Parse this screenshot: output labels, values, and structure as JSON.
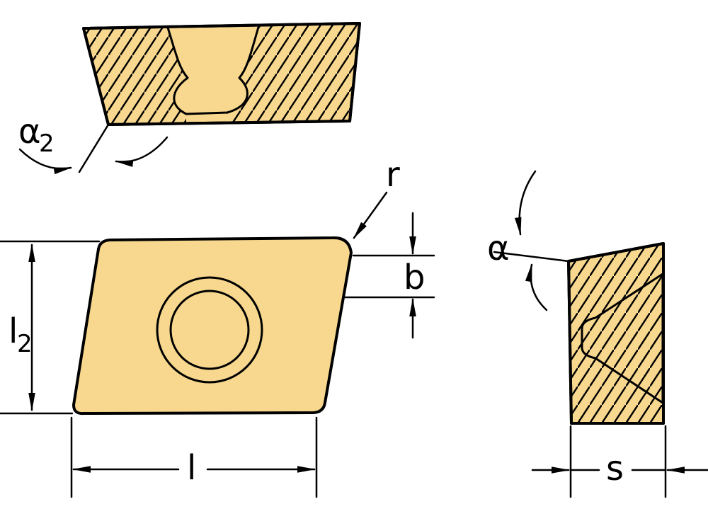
{
  "diagram": {
    "colors": {
      "insert_fill": "#F8D88E",
      "outline": "#000000",
      "background": "#FFFFFF",
      "bore_fill": "#FFFFFF"
    },
    "labels": {
      "alpha2_base": "α",
      "alpha2_sub": "2",
      "r": "r",
      "b": "b",
      "l2_base": "l",
      "l2_sub": "2",
      "l": "l",
      "alpha": "α",
      "s": "s"
    }
  }
}
